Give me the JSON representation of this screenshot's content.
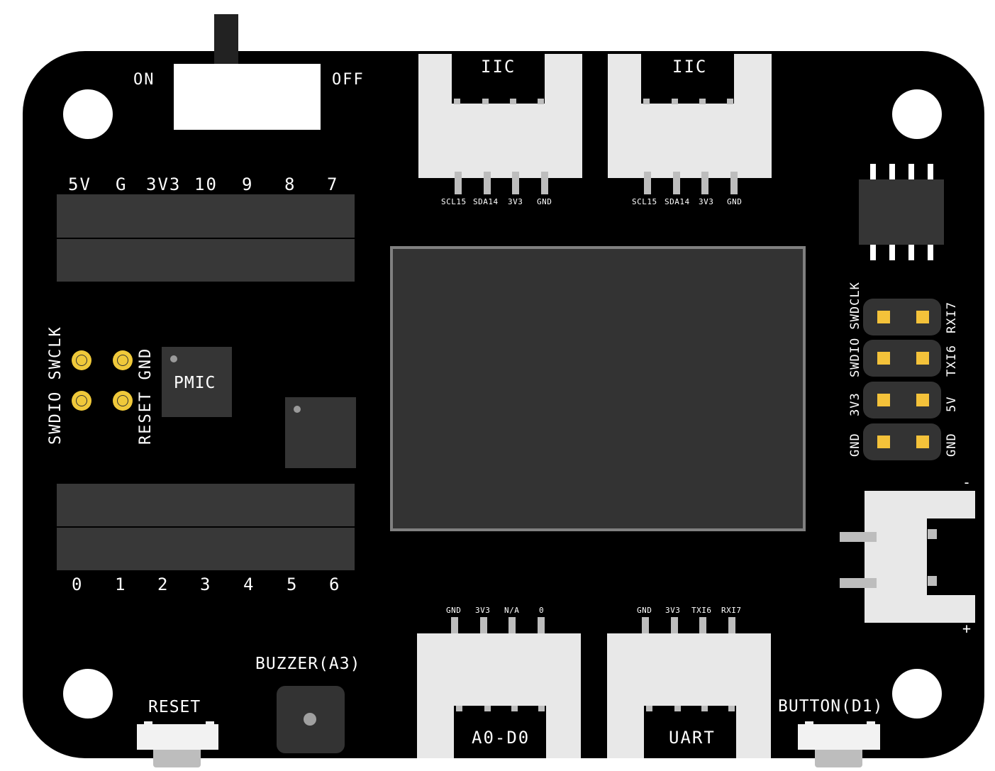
{
  "switch": {
    "on_label": "ON",
    "off_label": "OFF"
  },
  "iic_left": {
    "title": "IIC",
    "pins": [
      "SCL15",
      "SDA14",
      "3V3",
      "GND"
    ]
  },
  "iic_right": {
    "title": "IIC",
    "pins": [
      "SCL15",
      "SDA14",
      "3V3",
      "GND"
    ]
  },
  "top_header": {
    "labels": [
      "5V",
      "G",
      "3V3",
      "10",
      "9",
      "8",
      "7"
    ]
  },
  "bottom_header": {
    "labels": [
      "0",
      "1",
      "2",
      "3",
      "4",
      "5",
      "6"
    ]
  },
  "swd_pads": {
    "left_label": "SWDIO SWCLK",
    "right_label": "RESET GND"
  },
  "pmic": {
    "label": "PMIC"
  },
  "debug_header": {
    "left_labels": [
      "SWDIO SWDCLK",
      "3V3",
      "GND"
    ],
    "right_labels": [
      "RXI7",
      "TXI6",
      "5V",
      "GND"
    ]
  },
  "battery": {
    "minus": "-",
    "plus": "+"
  },
  "adc_port": {
    "title": "A0-D0",
    "pins": [
      "GND",
      "3V3",
      "N/A",
      "0"
    ]
  },
  "uart_port": {
    "title": "UART",
    "pins": [
      "GND",
      "3V3",
      "TXI6",
      "RXI7"
    ]
  },
  "buzzer": {
    "label": "BUZZER(A3)"
  },
  "reset_button": {
    "label": "RESET"
  },
  "user_button": {
    "label": "BUTTON(D1)"
  },
  "colors": {
    "board": "#000000",
    "pad_gold": "#f0c93a",
    "connector": "#e8e8e8",
    "header": "#383838"
  }
}
